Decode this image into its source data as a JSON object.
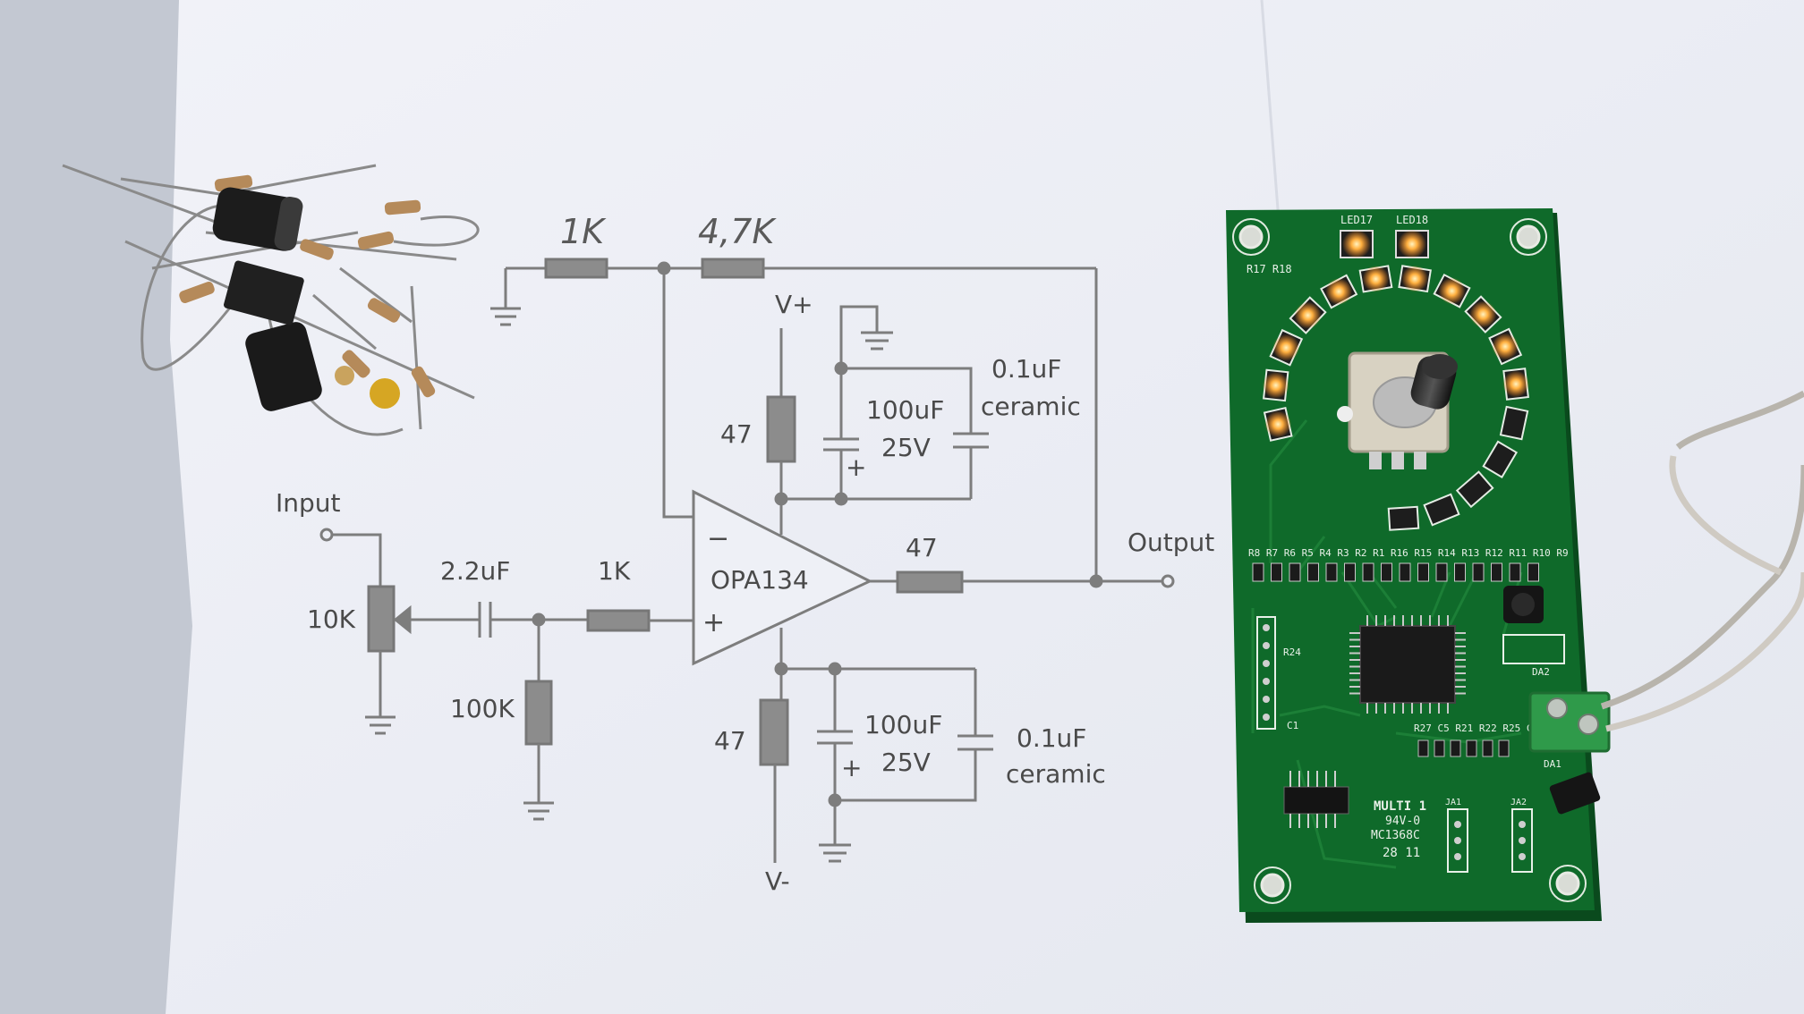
{
  "schematic": {
    "labels": {
      "r_feedback_ground": "1K",
      "r_feedback": "4,7K",
      "vplus": "V+",
      "vminus": "V-",
      "r_vplus": "47",
      "r_vminus": "47",
      "cap_top_electrolytic": "100uF",
      "cap_top_voltage": "25V",
      "cap_top_ceramic_value": "0.1uF",
      "cap_top_ceramic_type": "ceramic",
      "cap_bot_electrolytic": "100uF",
      "cap_bot_voltage": "25V",
      "cap_bot_ceramic_value": "0.1uF",
      "cap_bot_ceramic_type": "ceramic",
      "input": "Input",
      "pot": "10K",
      "coupling_cap": "2.2uF",
      "r_input": "1K",
      "r_bias": "100K",
      "opamp": "OPA134",
      "opamp_minus": "−",
      "opamp_plus": "+",
      "r_output": "47",
      "output": "Output",
      "cap_plus_top": "+",
      "cap_plus_bot": "+"
    }
  },
  "pcb": {
    "silkscreen": {
      "board_name": "MULTI 1",
      "board_code": "94V-0",
      "board_date": "MC1368C",
      "board_rev": "28 11",
      "led17": "LED17",
      "led18": "LED18",
      "r17r18": "R17 R18",
      "resistor_row": "R8 R7 R6 R5 R4 R3 R2 R1 R16 R15 R14 R13 R12 R11 R10 R9",
      "r24": "R24",
      "c1": "C1",
      "r27_row": "R27 C5 R21 R22 R25 C3",
      "ja1": "JA1",
      "ja2": "JA2",
      "da1": "DA1",
      "da2": "DA2"
    }
  },
  "colors": {
    "paper": "#eef0f6",
    "background": "#c3c8d2",
    "pcb_green": "#0f6a2a",
    "pcb_edge": "#0a4a1d",
    "led_orange": "#ff9a2a",
    "resistor_body": "#8c8c8c",
    "ink": "#7a7a7a",
    "terminal_green": "#2f9a4a"
  }
}
